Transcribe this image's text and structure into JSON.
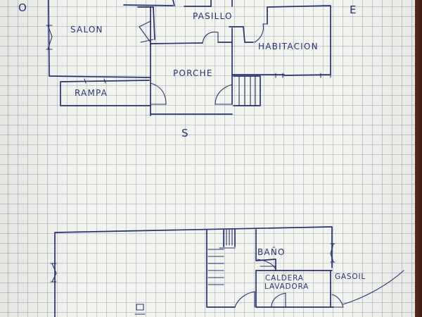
{
  "floor_plan_top": {
    "compass": {
      "west": "O",
      "east": "E",
      "south": "S"
    },
    "rooms": {
      "salon": "SALON",
      "pasillo": "PASILLO",
      "habitacion": "HABITACION",
      "porche": "PORCHE",
      "rampa": "RAMPA"
    }
  },
  "floor_plan_bottom": {
    "rooms": {
      "bano": "BAÑO",
      "caldera": "CALDERA",
      "lavadora": "LAVADORA",
      "gasoil": "GASOIL"
    }
  }
}
